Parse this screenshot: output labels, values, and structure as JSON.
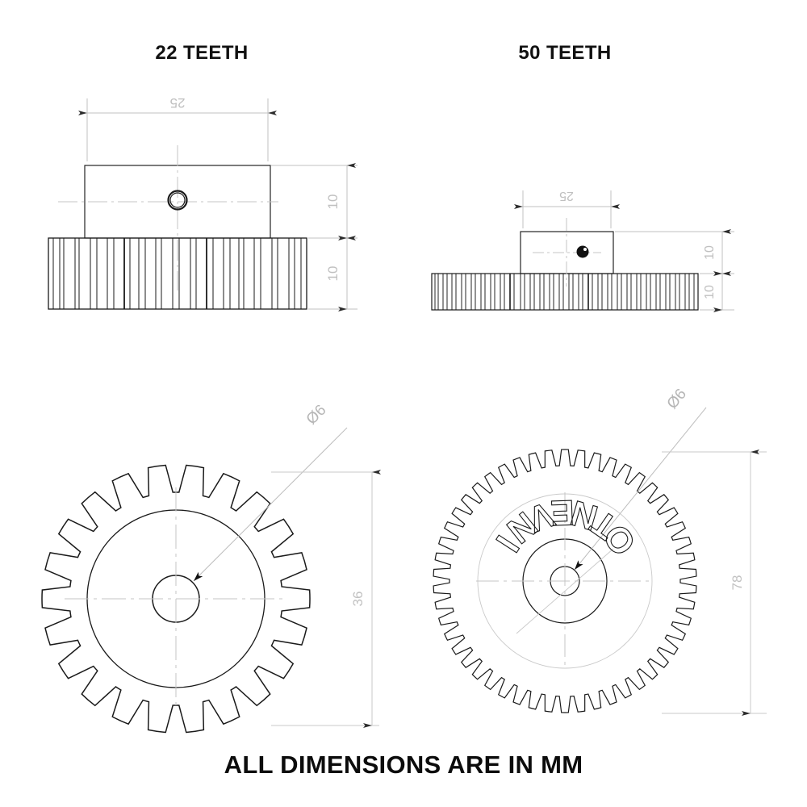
{
  "sheet": {
    "background": "#ffffff",
    "line_color": "#1a1a1a",
    "dimension_color": "#b8b8b8",
    "centerline_color": "#c9c9c9",
    "footer_note": "ALL DIMENSIONS ARE IN MM",
    "units": "MM"
  },
  "views": {
    "left": {
      "title": "22 TEETH",
      "front_view": {
        "width_dim": "25",
        "hub_height_dim": "10",
        "gear_height_dim": "10",
        "feature": "set-screw-hole"
      },
      "plan_view": {
        "bore_label": "Ø6",
        "outside_diameter_dim": "36",
        "teeth": 22
      }
    },
    "right": {
      "title": "50 TEETH",
      "front_view": {
        "width_dim": "25",
        "hub_height_dim": "10",
        "gear_height_dim": "10",
        "feature": "set-screw-hole"
      },
      "plan_view": {
        "bore_label": "Ø6",
        "outside_diameter_dim": "78",
        "teeth": 50,
        "engraved_text": "INVENTO"
      }
    }
  }
}
